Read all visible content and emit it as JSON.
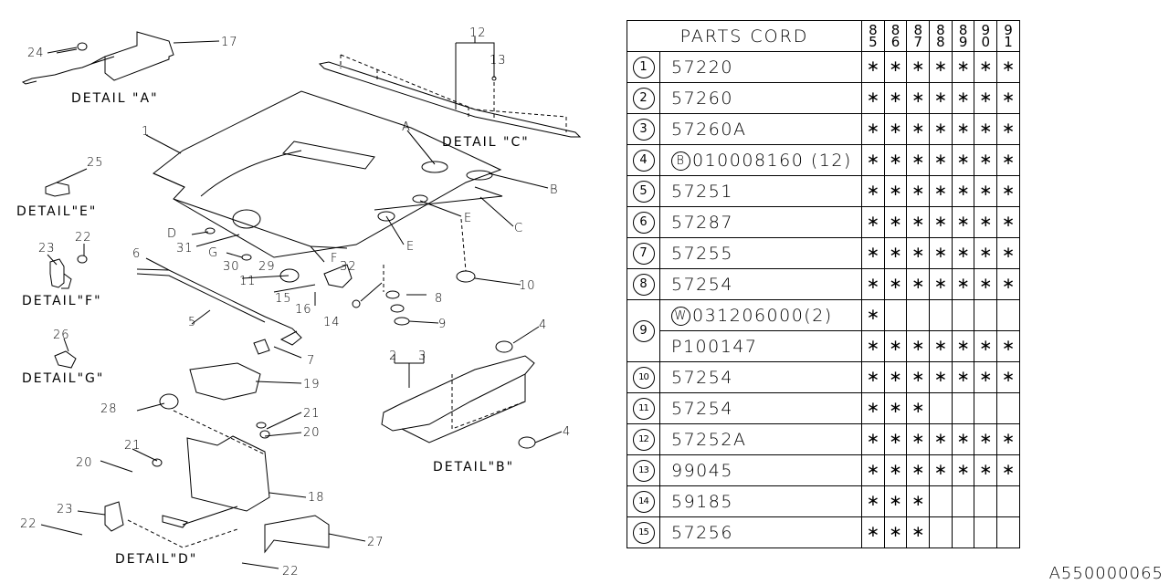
{
  "diagram": {
    "detail_labels": [
      "DETAIL \"A\"",
      "DETAIL \"C\"",
      "DETAIL\"E\"",
      "DETAIL\"F\"",
      "DETAIL\"G\"",
      "DETAIL\"B\"",
      "DETAIL\"D\""
    ],
    "callouts": [
      "24",
      "17",
      "12",
      "13",
      "1",
      "A",
      "B",
      "C",
      "E",
      "E",
      "25",
      "D",
      "31",
      "G",
      "F",
      "32",
      "30",
      "29",
      "11",
      "23",
      "22",
      "6",
      "15",
      "16",
      "14",
      "10",
      "8",
      "9",
      "5",
      "7",
      "26",
      "4",
      "2",
      "3",
      "19",
      "28",
      "21",
      "20",
      "21",
      "20",
      "18",
      "4",
      "23",
      "22",
      "27",
      "22"
    ]
  },
  "table": {
    "header_label": "PARTS CORD",
    "years": [
      [
        "8",
        "5"
      ],
      [
        "8",
        "6"
      ],
      [
        "8",
        "7"
      ],
      [
        "8",
        "8"
      ],
      [
        "8",
        "9"
      ],
      [
        "9",
        "0"
      ],
      [
        "9",
        "1"
      ]
    ],
    "mark": "∗",
    "rows": [
      {
        "num": "1",
        "prefix": "",
        "code": "57220",
        "years": [
          1,
          1,
          1,
          1,
          1,
          1,
          1
        ]
      },
      {
        "num": "2",
        "prefix": "",
        "code": "57260",
        "years": [
          1,
          1,
          1,
          1,
          1,
          1,
          1
        ]
      },
      {
        "num": "3",
        "prefix": "",
        "code": "57260A",
        "years": [
          1,
          1,
          1,
          1,
          1,
          1,
          1
        ]
      },
      {
        "num": "4",
        "prefix": "B",
        "code": "010008160 (12)",
        "years": [
          1,
          1,
          1,
          1,
          1,
          1,
          1
        ]
      },
      {
        "num": "5",
        "prefix": "",
        "code": "57251",
        "years": [
          1,
          1,
          1,
          1,
          1,
          1,
          1
        ]
      },
      {
        "num": "6",
        "prefix": "",
        "code": "57287",
        "years": [
          1,
          1,
          1,
          1,
          1,
          1,
          1
        ]
      },
      {
        "num": "7",
        "prefix": "",
        "code": "57255",
        "years": [
          1,
          1,
          1,
          1,
          1,
          1,
          1
        ]
      },
      {
        "num": "8",
        "prefix": "",
        "code": "57254",
        "years": [
          1,
          1,
          1,
          1,
          1,
          1,
          1
        ]
      },
      {
        "num": "9",
        "prefix": "W",
        "code": "031206000(2)",
        "years": [
          1,
          0,
          0,
          0,
          0,
          0,
          0
        ],
        "sub": {
          "code": "P100147",
          "years": [
            1,
            1,
            1,
            1,
            1,
            1,
            1
          ]
        }
      },
      {
        "num": "10",
        "prefix": "",
        "code": "57254",
        "years": [
          1,
          1,
          1,
          1,
          1,
          1,
          1
        ]
      },
      {
        "num": "11",
        "prefix": "",
        "code": "57254",
        "years": [
          1,
          1,
          1,
          0,
          0,
          0,
          0
        ]
      },
      {
        "num": "12",
        "prefix": "",
        "code": "57252A",
        "years": [
          1,
          1,
          1,
          1,
          1,
          1,
          1
        ]
      },
      {
        "num": "13",
        "prefix": "",
        "code": "99045",
        "years": [
          1,
          1,
          1,
          1,
          1,
          1,
          1
        ]
      },
      {
        "num": "14",
        "prefix": "",
        "code": "59185",
        "years": [
          1,
          1,
          1,
          0,
          0,
          0,
          0
        ]
      },
      {
        "num": "15",
        "prefix": "",
        "code": "57256",
        "years": [
          1,
          1,
          1,
          0,
          0,
          0,
          0
        ]
      }
    ]
  },
  "footer": {
    "code": "A550000065"
  }
}
